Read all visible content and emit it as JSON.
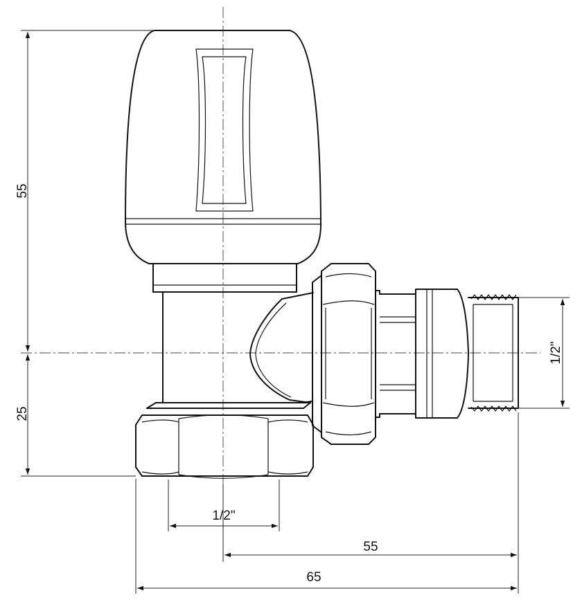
{
  "dimensions": {
    "height_upper": "55",
    "height_lower": "25",
    "thread_side": "1/2\"",
    "thread_bottom": "1/2\"",
    "axis_to_end": "55",
    "overall_width": "65"
  }
}
